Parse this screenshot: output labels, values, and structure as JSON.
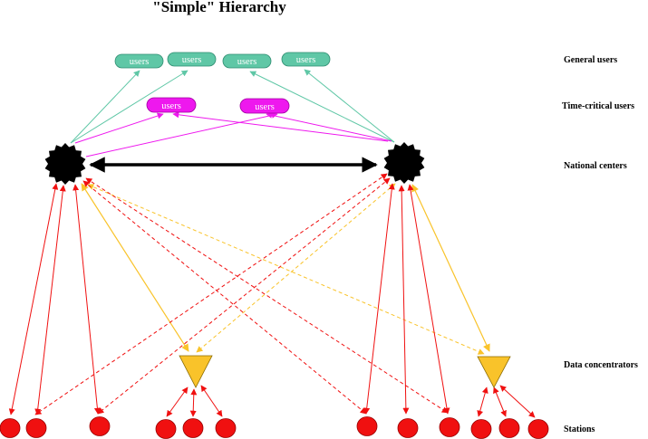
{
  "title": "\"Simple\" Hierarchy",
  "tiers": [
    "General users",
    "Time-critical users",
    "National centers",
    "Data concentrators",
    "Stations"
  ],
  "general_user_label": "users",
  "time_critical_user_label": "users",
  "colors": {
    "general_users": "#5fc7a6",
    "time_critical_users": "#ee18ee",
    "national_center": "#000000",
    "concentrator": "#f9c32a",
    "station": "#f01010",
    "red_link": "#f01010",
    "orange_link": "#f9c32a",
    "teal_link": "#5fc7a6",
    "magenta_link": "#ee18ee"
  }
}
